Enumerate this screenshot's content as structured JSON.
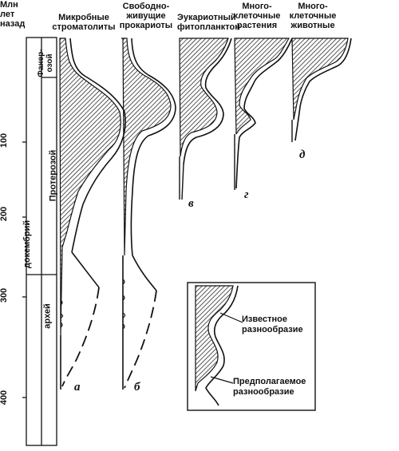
{
  "axis": {
    "title_lines": [
      "Млн",
      "лет",
      "назад"
    ],
    "ticks": [
      "100",
      "200",
      "300",
      "400"
    ]
  },
  "eras": {
    "phanerozoic": "Фанер-озой",
    "proterozoic": "Протерозой",
    "precambrian": "докембрий",
    "archean": "архей"
  },
  "columns": [
    {
      "title": "Микробные строматолиты",
      "letter": "а"
    },
    {
      "title": "Свободно-живущие прокариоты",
      "letter": "б"
    },
    {
      "title": "Эукариотный фитопланктон",
      "letter": "в"
    },
    {
      "title": "Много-клеточные растения",
      "letter": "г"
    },
    {
      "title": "Много-клеточные животные",
      "letter": "д"
    }
  ],
  "legend": {
    "known": "Известное разнообразие",
    "assumed": "Предполагаемое разнообразие"
  },
  "colors": {
    "ink": "#111111",
    "background": "#ffffff"
  }
}
